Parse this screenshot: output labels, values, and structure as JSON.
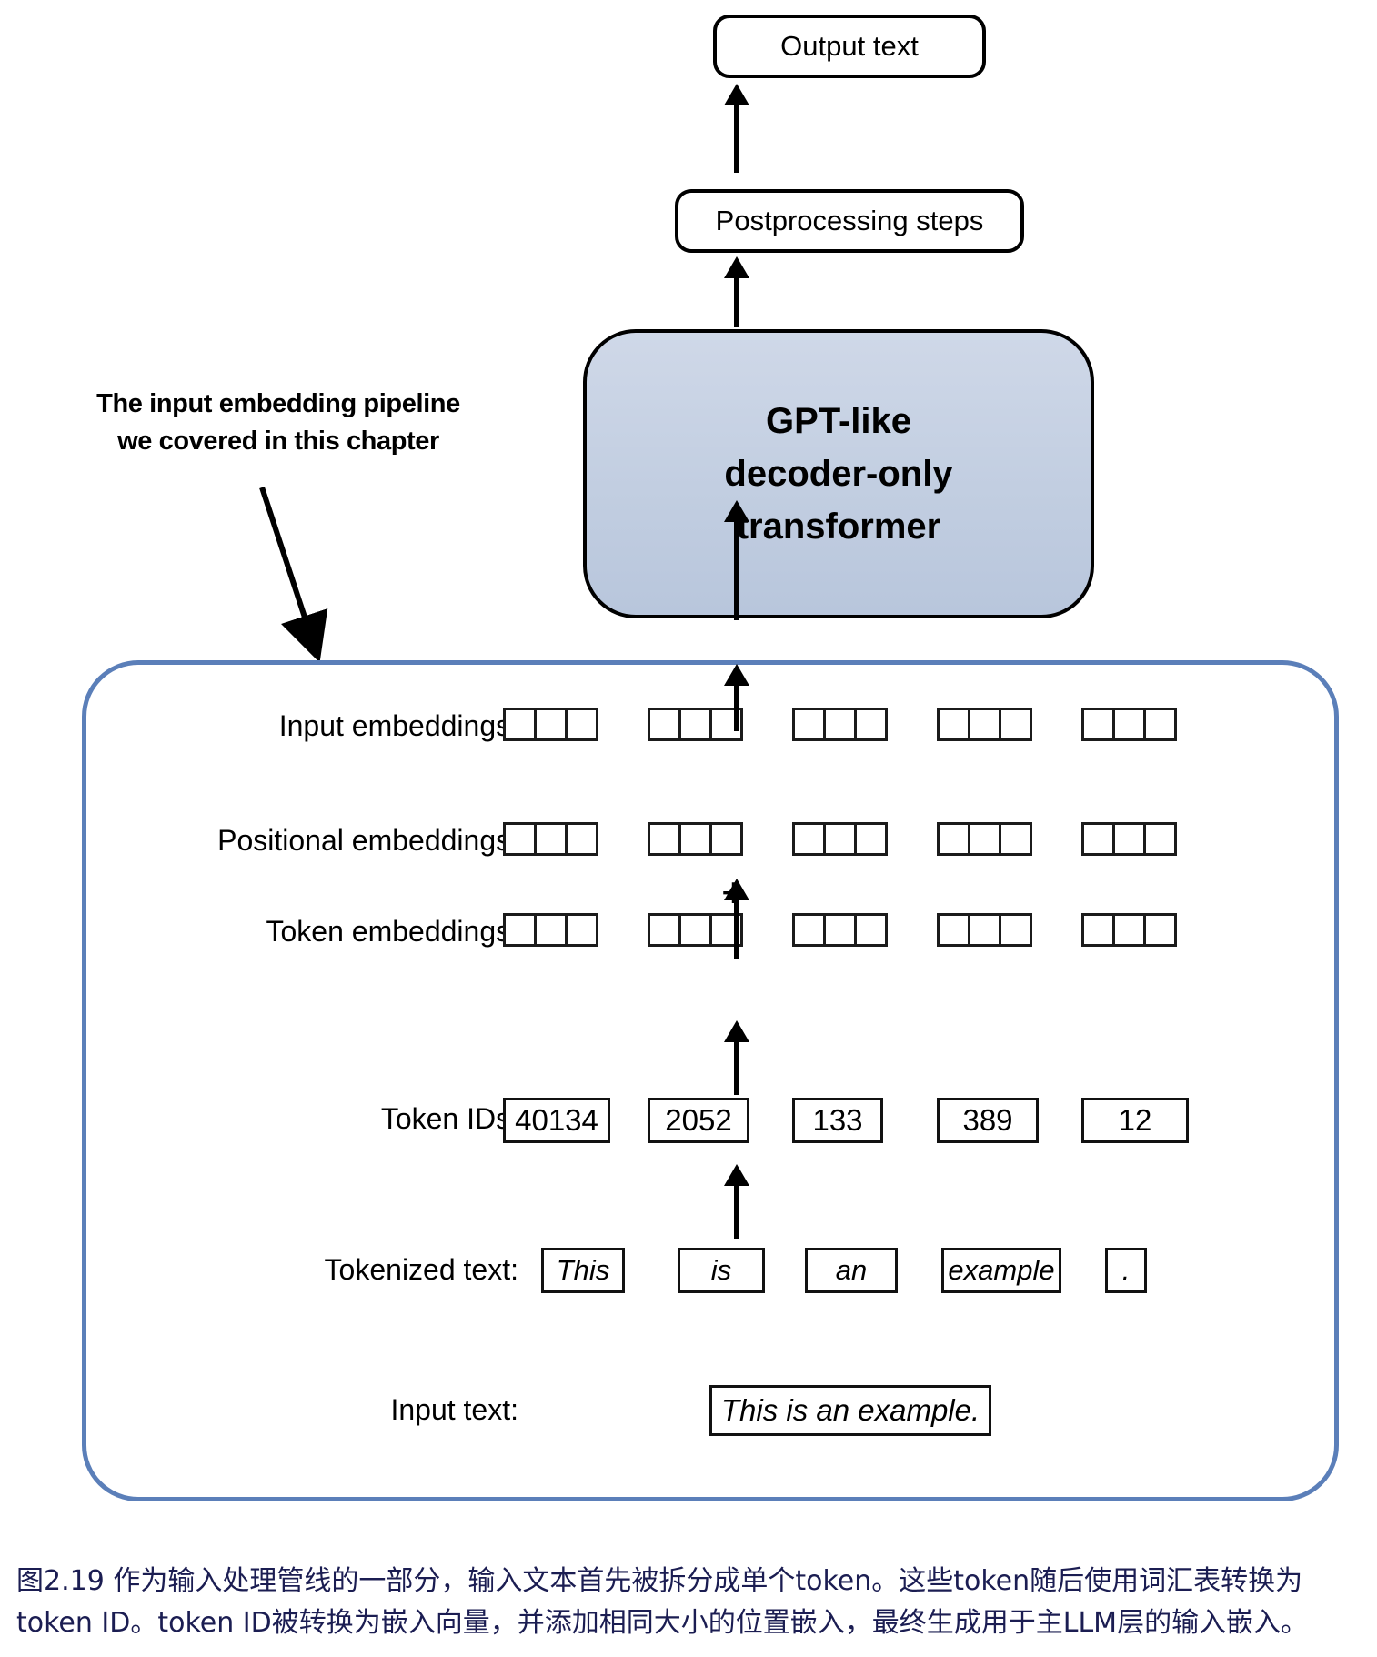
{
  "figure": {
    "top_flow": {
      "output_text_label": "Output text",
      "postprocessing_label": "Postprocessing steps",
      "model_block_line1": "GPT-like",
      "model_block_line2": "decoder-only",
      "model_block_line3": "transformer"
    },
    "annotation": {
      "line1": "The input embedding pipeline",
      "line2": "we covered in this chapter"
    },
    "pipeline": {
      "rows": [
        {
          "label": "Input embeddings:",
          "kind": "cells",
          "groups": 5,
          "cells_per_group": 3
        },
        {
          "label": "Positional embeddings:",
          "kind": "cells",
          "groups": 5,
          "cells_per_group": 3
        },
        {
          "label": "Token embeddings:",
          "kind": "cells",
          "groups": 5,
          "cells_per_group": 3
        },
        {
          "label": "Token IDs:",
          "kind": "values",
          "values": [
            "40134",
            "2052",
            "133",
            "389",
            "12"
          ]
        },
        {
          "label": "Tokenized text:",
          "kind": "values",
          "values": [
            "This",
            "is",
            "an",
            "example",
            "."
          ]
        },
        {
          "label": "Input text:",
          "kind": "values",
          "values": [
            "This is an example."
          ]
        }
      ],
      "plus_symbol": "+"
    },
    "caption": {
      "line1": "图2.19 作为输入处理管线的一部分，输入文本首先被拆分成单个token。这些token随后使用词汇表转换为",
      "line2": "token ID。token ID被转换为嵌入向量，并添加相同大小的位置嵌入，最终生成用于主LLM层的输入嵌入。"
    },
    "colors": {
      "model_block_fill": "#c2cee1",
      "pipeline_border": "#5b7fb9",
      "caption_text": "#1b1d52",
      "stroke": "#000000"
    }
  }
}
